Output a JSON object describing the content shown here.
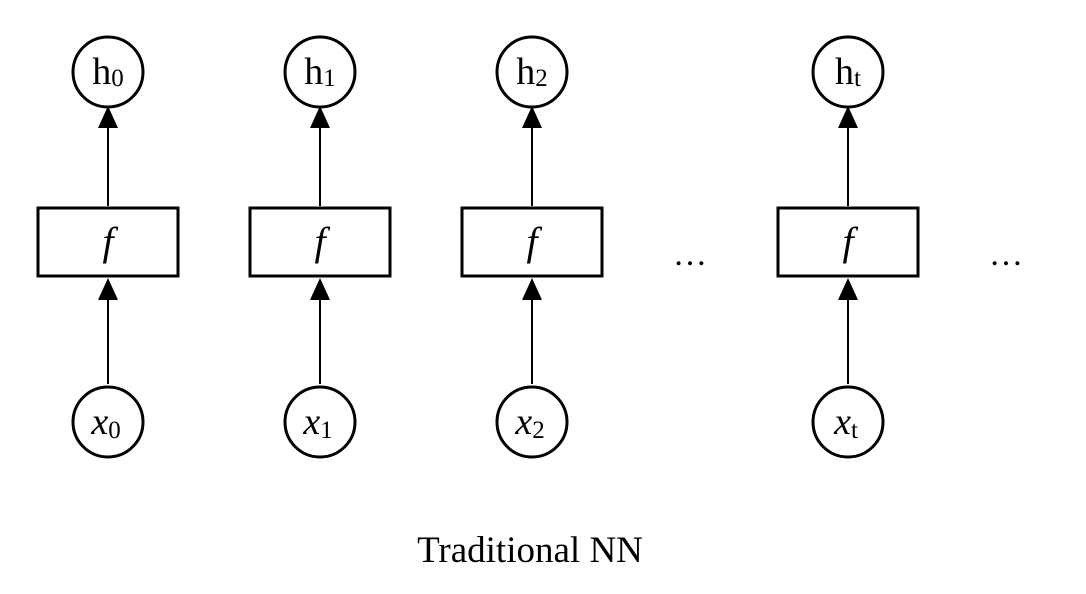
{
  "caption": "Traditional NN",
  "function_label": "f",
  "ellipsis": "…",
  "columns": [
    {
      "output": {
        "base": "h",
        "sub": "0"
      },
      "input": {
        "base": "x",
        "sub": "0"
      }
    },
    {
      "output": {
        "base": "h",
        "sub": "1"
      },
      "input": {
        "base": "x",
        "sub": "1"
      }
    },
    {
      "output": {
        "base": "h",
        "sub": "2"
      },
      "input": {
        "base": "x",
        "sub": "2"
      }
    },
    {
      "output": {
        "base": "h",
        "sub": "t"
      },
      "input": {
        "base": "x",
        "sub": "t"
      }
    }
  ],
  "colors": {
    "stroke": "#000000",
    "background": "#ffffff"
  }
}
